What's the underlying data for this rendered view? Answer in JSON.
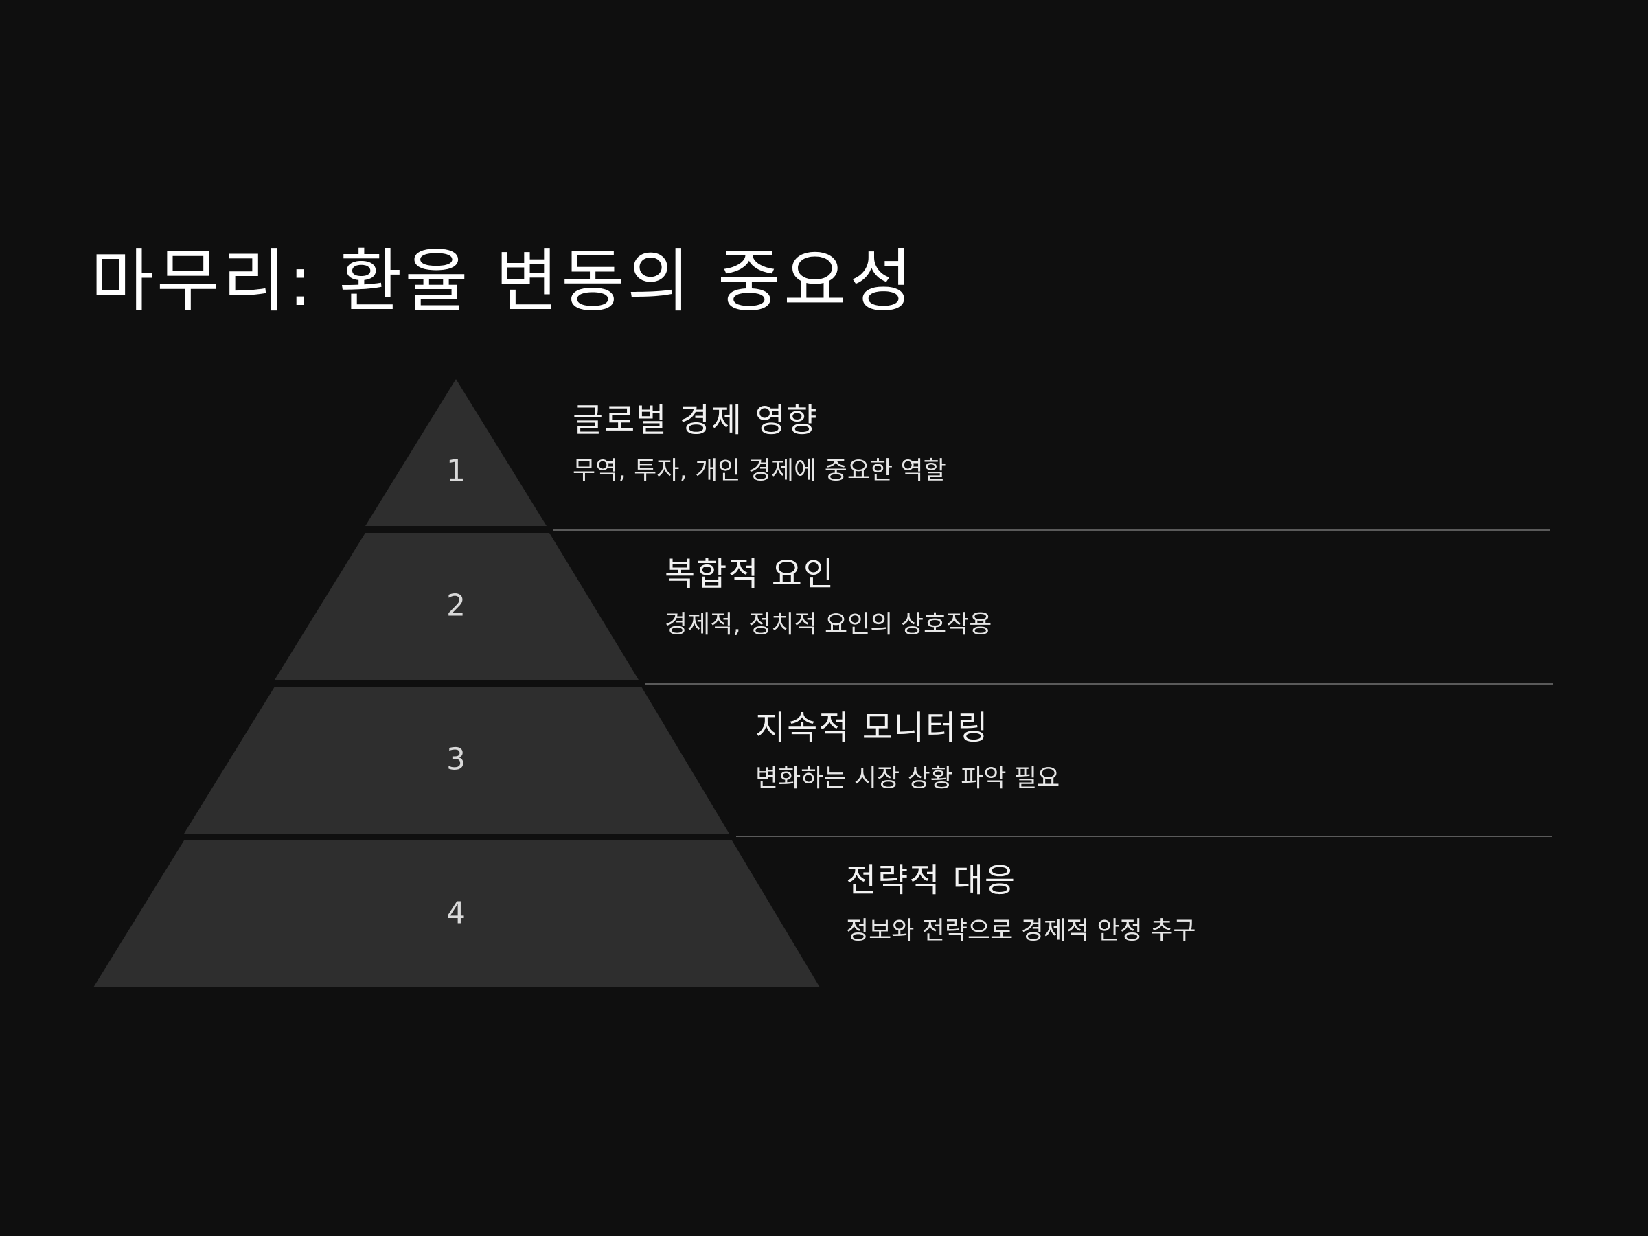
{
  "title": "마무리: 환율 변동의 중요성",
  "levels": [
    {
      "number": "1",
      "heading": "글로벌 경제 영향",
      "description": "무역, 투자, 개인 경제에 중요한 역할"
    },
    {
      "number": "2",
      "heading": "복합적 요인",
      "description": "경제적, 정치적 요인의 상호작용"
    },
    {
      "number": "3",
      "heading": "지속적 모니터링",
      "description": "변화하는 시장 상황 파악 필요"
    },
    {
      "number": "4",
      "heading": "전략적 대응",
      "description": "정보와 전략으로 경제적 안정 추구"
    }
  ],
  "colors": {
    "background": "#0f0f0f",
    "segment_fill": "#2e2e2e",
    "divider": "#5a5a5a",
    "text": "#ffffff"
  }
}
